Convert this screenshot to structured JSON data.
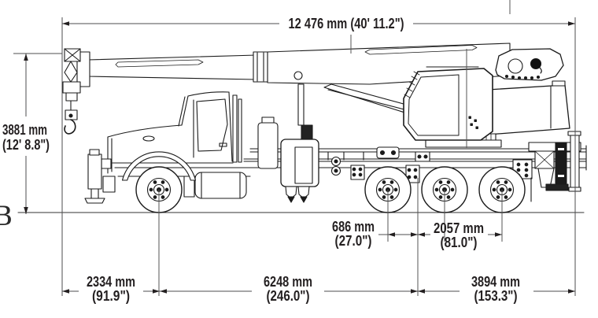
{
  "figure": {
    "edge_label": "B",
    "dims": {
      "top": "12 476 mm (40' 11.2\")",
      "left_mm": "3881 mm",
      "left_in": "(12' 8.8\")",
      "front_mm": "2334 mm",
      "front_in": "(91.9\")",
      "mid_mm": "6248 mm",
      "mid_in": "(246.0\")",
      "rear_mm": "3894 mm",
      "rear_in": "(153.3\")",
      "axle_cl_mm": "686 mm",
      "axle_cl_in": "(27.0\")",
      "cl_rear_axle_mm": "2057 mm",
      "cl_rear_axle_in": "(81.0\")"
    },
    "colors": {
      "line": "#1b1b1b",
      "dim": "#4d4d4f",
      "text": "#231f20",
      "background": "#ffffff"
    }
  }
}
